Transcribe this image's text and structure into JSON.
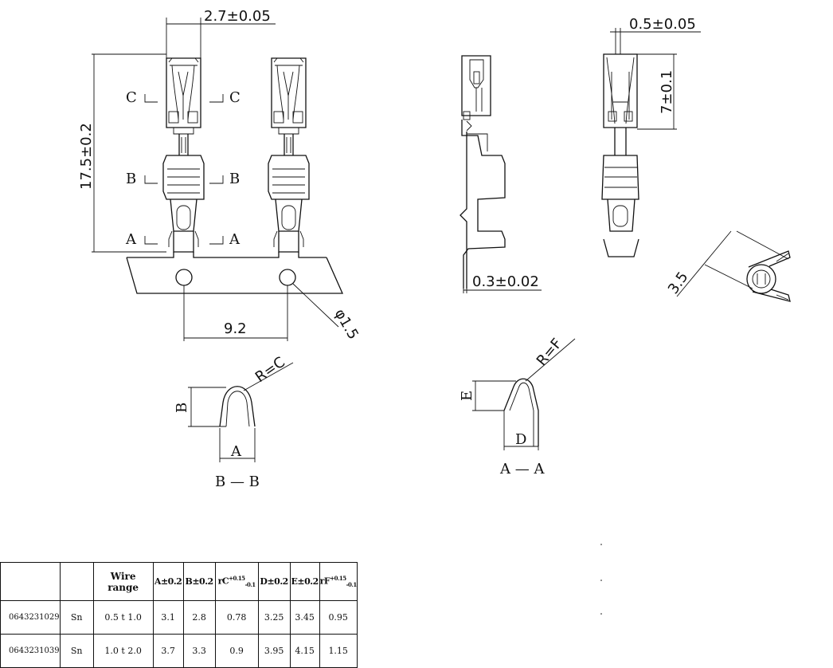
{
  "dimensions": {
    "width_top": "2.7±0.05",
    "height_total": "17.5±0.2",
    "pitch": "9.2",
    "hole_dia": "φ1.5",
    "thickness_top": "0.5±0.05",
    "height_upper": "7±0.1",
    "thickness_bottom": "0.3±0.02",
    "end_dia": "3.5"
  },
  "section_marks": {
    "c": "C",
    "b": "B",
    "a": "A"
  },
  "section_bb": {
    "title": "B — B",
    "width_label": "A",
    "height_label": "B",
    "radius_label": "R=C"
  },
  "section_aa": {
    "title": "A — A",
    "width_label": "D",
    "height_label": "E",
    "radius_label": "R=F"
  },
  "table": {
    "headers": [
      "",
      "",
      "Wire range",
      "A±0.2",
      "B±0.2",
      "rC",
      "D±0.2",
      "E±0.2",
      "rF"
    ],
    "rows": [
      [
        "0643231029",
        "Sn",
        "0.5 t 1.0",
        "3.1",
        "2.8",
        "0.78",
        "3.25",
        "3.45",
        "0.95"
      ],
      [
        "0643231039",
        "Sn",
        "1.0 t 2.0",
        "3.7",
        "3.3",
        "0.9",
        "3.95",
        "4.15",
        "1.15"
      ]
    ]
  }
}
